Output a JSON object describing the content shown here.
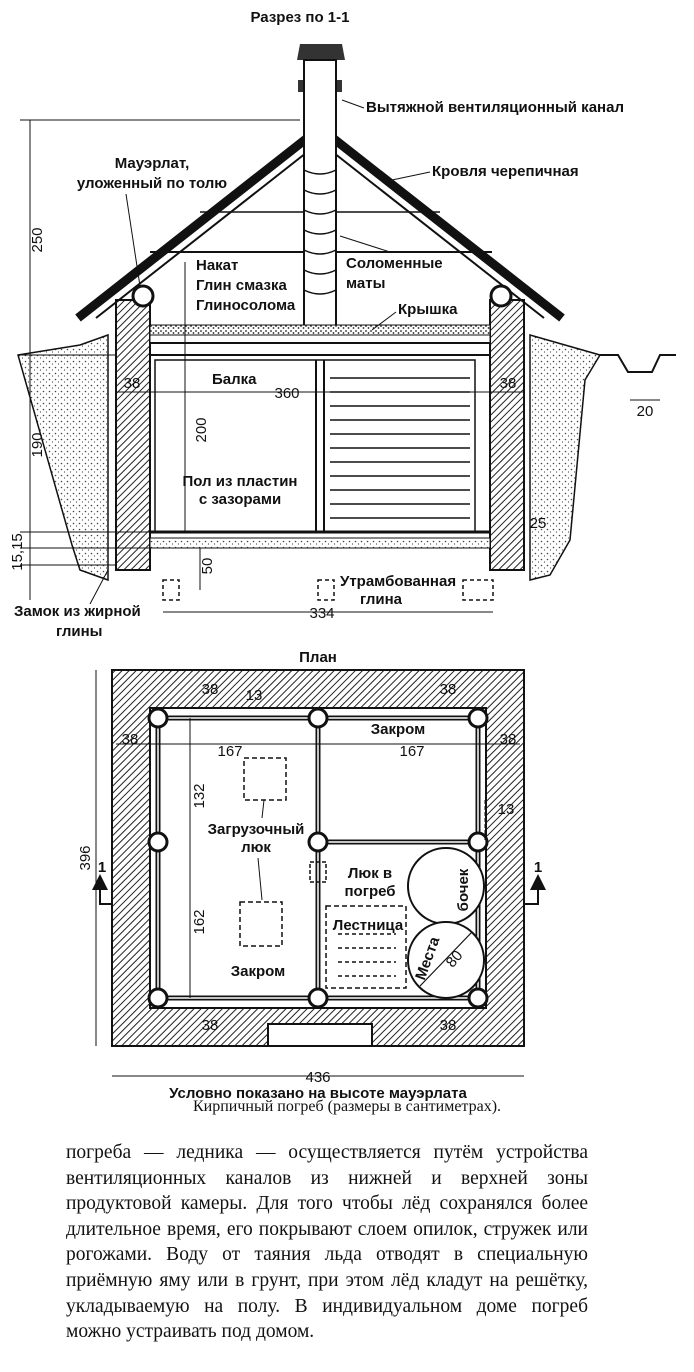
{
  "section": {
    "title": "Разрез по 1-1",
    "labels": {
      "vent_channel": "Вытяжной вентиляционный канал",
      "roof": "Кровля черепичная",
      "mauerlat_1": "Мауэрлат,",
      "mauerlat_2": "уложенный по толю",
      "nakat": "Накат",
      "clay_coat": "Глин смазка",
      "clay_straw": "Глиносолома",
      "straw_mats_1": "Соломенные",
      "straw_mats_2": "маты",
      "lid": "Крышка",
      "beam": "Балка",
      "floor_1": "Пол из пластин",
      "floor_2": "с зазорами",
      "compacted_1": "Утрамбованная",
      "compacted_2": "глина",
      "lock_1": "Замок из жирной",
      "lock_2": "глины"
    },
    "dims": {
      "h250": "250",
      "h190": "190",
      "h15": "15,15",
      "h200": "200",
      "h50": "50",
      "w360": "360",
      "w38l": "38",
      "w38r": "38",
      "w334": "334",
      "w25": "25",
      "w20": "20"
    }
  },
  "plan": {
    "title": "План",
    "labels": {
      "bin_top": "Закром",
      "bin_bottom": "Закром",
      "hatch_1": "Загрузочный",
      "hatch_2": "люк",
      "cellar_hatch_1": "Люк в",
      "cellar_hatch_2": "погреб",
      "ladder": "Лестница",
      "barrels_1": "Места",
      "barrels_2": "бочек",
      "section_mark": "1",
      "note": "Условно показано на высоте мауэрлата"
    },
    "dims": {
      "d38_tl": "38",
      "d13_t": "13",
      "d38_tr": "38",
      "d38_ml": "38",
      "d167_l": "167",
      "d167_r": "167",
      "d38_mr": "38",
      "d13_r": "13",
      "d132": "132",
      "d162": "162",
      "d396": "396",
      "d80": "80",
      "d38_bl": "38",
      "d38_br": "38",
      "d436": "436"
    }
  },
  "caption": "Кирпичный погреб (размеры в сантиметрах).",
  "body_text": "погреба — ледника — осуществляется путём устройства вентиляционных каналов из нижней и верхней зоны продуктовой камеры. Для того чтобы лёд сохранялся более длительное время, его покрывают слоем опилок, стружек или рогожами. Воду от таяния льда отводят в специальную приёмную яму или в грунт, при этом лёд кладут на решётку, укладываемую на полу. В индивидуальном доме погреб можно устраивать под домом."
}
